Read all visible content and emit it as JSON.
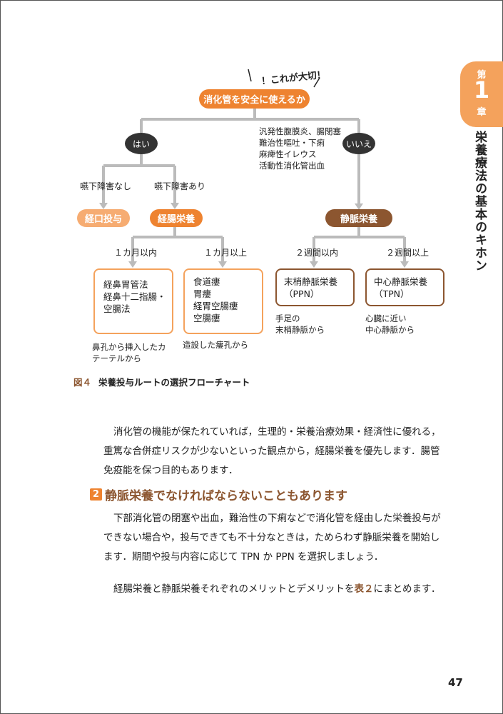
{
  "chapter": {
    "dai": "第",
    "number": "1",
    "sho": "章",
    "title": "栄養療法の基本のキホン"
  },
  "flowchart": {
    "callout": "！これが大切！",
    "root": "消化管を安全に使えるか",
    "yes": "はい",
    "no": "いいえ",
    "conditions": [
      "汎発性腹膜炎、腸閉塞",
      "難治性嘔吐・下痢",
      "麻痺性イレウス",
      "活動性消化管出血"
    ],
    "swallow_no": "嚥下障害なし",
    "swallow_yes": "嚥下障害あり",
    "oral": "経口投与",
    "enteral": "経腸栄養",
    "parenteral": "静脈栄養",
    "within_1m": "１カ月以内",
    "over_1m": "１カ月以上",
    "within_2w": "２週間以内",
    "over_2w": "２週間以上",
    "box_nasal": [
      "経鼻胃管法",
      "経鼻十二指腸・",
      "空腸法"
    ],
    "box_ostomy": [
      "食道瘻",
      "胃瘻",
      "経胃空腸瘻",
      "空腸瘻"
    ],
    "box_ppn": [
      "末梢静脈栄養",
      "（PPN）"
    ],
    "box_tpn": [
      "中心静脈栄養",
      "（TPN）"
    ],
    "note_nasal": [
      "鼻孔から挿入したカ",
      "テーテルから"
    ],
    "note_ostomy": "造設した瘻孔から",
    "note_ppn": [
      "手足の",
      "末梢静脈から"
    ],
    "note_tpn": [
      "心臓に近い",
      "中心静脈から"
    ]
  },
  "figure_caption": {
    "number": "図４",
    "text": "栄養投与ルートの選択フローチャート"
  },
  "paragraph1": [
    "消化管の機能が保たれていれば，生理的・栄養治療効果・経済性に優れる，",
    "重篤な合併症リスクが少ないといった観点から，経腸栄養を優先します．腸管",
    "免疫能を保つ目的もあります．"
  ],
  "section2": {
    "number": "2",
    "title": "静脈栄養でなければならないこともあります"
  },
  "paragraph2": [
    "下部消化管の閉塞や出血，難治性の下痢などで消化管を経由した栄養投与が",
    "できない場合や，投与できても不十分なときは，ためらわず静脈栄養を開始し",
    "ます．期間や投与内容に応じて TPN か PPN を選択しましょう．"
  ],
  "paragraph3": {
    "before": "経腸栄養と静脈栄養それぞれのメリットとデメリットを",
    "ref": "表２",
    "after": "にまとめます．"
  },
  "page_number": "47",
  "colors": {
    "orange": "#ee8330",
    "light_orange": "#f6ac72",
    "brown": "#8c5630",
    "connector": "#bbbbbb"
  }
}
